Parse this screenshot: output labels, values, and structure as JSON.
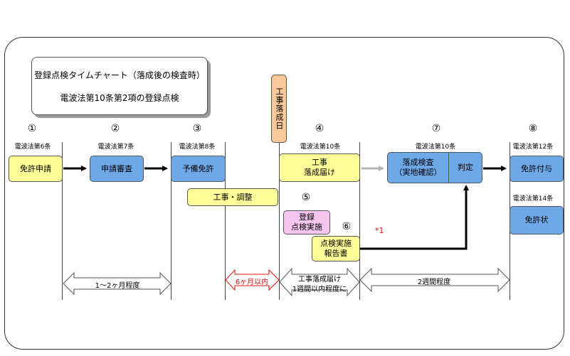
{
  "title": {
    "line1": "登録点検タイムチャート（落成後の検査時）",
    "line2": "電波法第10条第2項の登録点検"
  },
  "construction_completion_day": "工事落成日",
  "steps": {
    "s1": {
      "num": "①",
      "law": "電波法第6条",
      "label": "免許申請"
    },
    "s2": {
      "num": "②",
      "law": "電波法第7条",
      "label": "申請審査"
    },
    "s3": {
      "num": "③",
      "law": "電波法第8条",
      "label": "予備免許"
    },
    "s4": {
      "num": "④",
      "law": "電波法第10条",
      "label_line1": "工事",
      "label_line2": "落成届け"
    },
    "s5": {
      "num": "⑤",
      "label_line1": "登録",
      "label_line2": "点検実施"
    },
    "s6": {
      "num": "⑥",
      "label_line1": "点検実施",
      "label_line2": "報告書"
    },
    "s7": {
      "num": "⑦",
      "law": "電波法第10条",
      "label_line1": "落成検査",
      "label_line2": "（実地確認）",
      "judgement": "判定"
    },
    "s8": {
      "num": "⑧",
      "law": "電波法第12条",
      "label": "免許付与"
    },
    "s9": {
      "law": "電波法第14条",
      "label": "免許状"
    }
  },
  "construction_adjustment": "工事・調整",
  "note_marker": "*1",
  "spans": {
    "span1": "1～2ヶ月程度",
    "span2": "6ヶ月以内",
    "span3_line1": "工事落成届け",
    "span3_line2": "1週間以内程度に",
    "span4": "2週間程度"
  },
  "colors": {
    "yellow": "#ffff99",
    "blue": "#6fa8e6",
    "pink": "#f7c6f0",
    "orange": "#fbc89a",
    "red_text": "#e01010"
  }
}
